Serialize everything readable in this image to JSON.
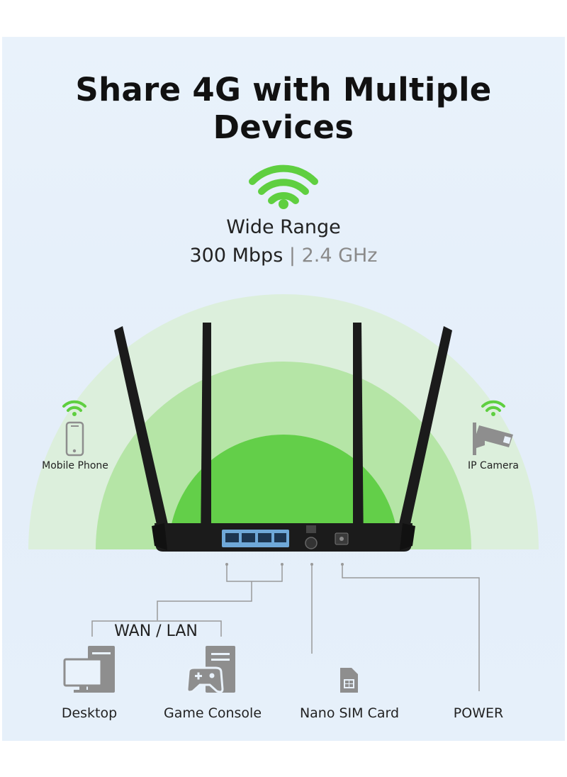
{
  "heading": "Share 4G with Multiple Devices",
  "wifi": {
    "title": "Wide Range",
    "speed": "300 Mbps",
    "separator": "|",
    "frequency": "2.4 GHz"
  },
  "devices": {
    "mobile_phone": "Mobile Phone",
    "ip_camera": "IP Camera"
  },
  "ports": {
    "wan_lan": "WAN / LAN",
    "desktop": "Desktop",
    "game_console": "Game Console",
    "nano_sim": "Nano SIM Card",
    "power": "POWER"
  },
  "colors": {
    "wifi_green": "#5fcf40",
    "range_inner": "#63cf49",
    "range_middle": "#b5e5a6",
    "range_outer": "#dcefdc",
    "router_black": "#1b1b1b",
    "port_blue": "#6fa8d8",
    "icon_gray": "#8e8e8e"
  }
}
